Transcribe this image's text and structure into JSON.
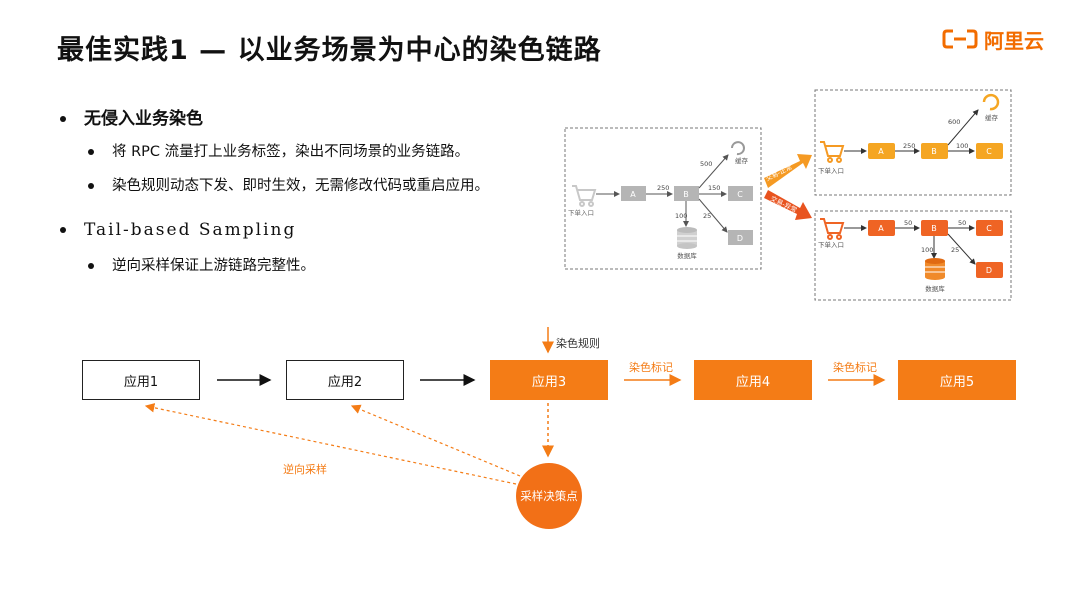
{
  "title": "最佳实践1 — 以业务场景为中心的染色链路",
  "logo": {
    "text": "阿里云"
  },
  "bullets": {
    "b1": "无侵入业务染色",
    "b1_sub1": "将 RPC 流量打上业务标签，染出不同场景的业务链路。",
    "b1_sub2": "染色规则动态下发、即时生效，无需修改代码或重启应用。",
    "b2": "Tail-based Sampling",
    "b2_sub1": "逆向采样保证上游链路完整性。"
  },
  "left_diagram": {
    "entry": "下单入口",
    "nodes": [
      "A",
      "B",
      "C",
      "D"
    ],
    "cache": "缓存",
    "db": "数据库",
    "edges": {
      "entry_a": "",
      "a_b": "250",
      "b_cache": "500",
      "b_c": "150",
      "b_db": "100",
      "b_d": "25"
    }
  },
  "arrows": {
    "upper": "交易-正常",
    "lower": "交易-异常"
  },
  "top_right_diagram": {
    "entry": "下单入口",
    "nodes": [
      "A",
      "B",
      "C"
    ],
    "cache": "缓存",
    "edges": {
      "a_b": "250",
      "b_cache": "600",
      "b_c": "100"
    }
  },
  "bottom_right_diagram": {
    "entry": "下单入口",
    "nodes": [
      "A",
      "B",
      "C",
      "D"
    ],
    "db": "数据库",
    "edges": {
      "a_b": "50",
      "b_c": "50",
      "b_db": "100",
      "b_d": "25"
    }
  },
  "flow": {
    "apps": [
      "应用1",
      "应用2",
      "应用3",
      "应用4",
      "应用5"
    ],
    "rule_label": "染色规则",
    "tag_label_1": "染色标记",
    "tag_label_2": "染色标记",
    "reverse_label": "逆向采样",
    "decision": "采样决策点"
  },
  "colors": {
    "accent": "#f47c16",
    "grey_node": "#b5b5b5",
    "cache_icon": "#f5a623"
  }
}
